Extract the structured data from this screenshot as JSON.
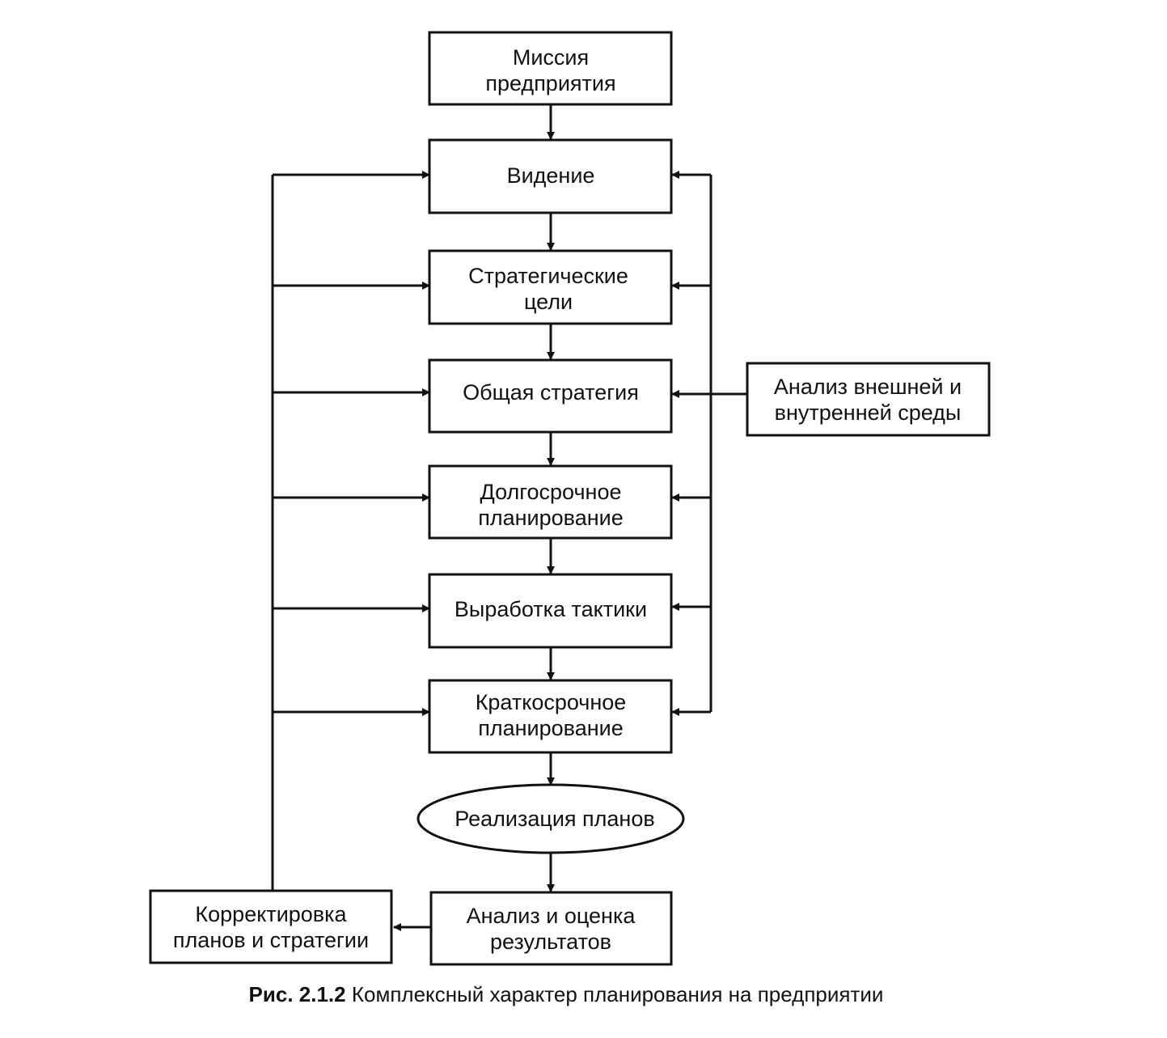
{
  "nodes": {
    "mission": [
      "Миссия",
      "предприятия"
    ],
    "vision": [
      "Видение"
    ],
    "strategic_goals": [
      "Стратегические",
      "цели"
    ],
    "general_strategy": [
      "Общая стратегия"
    ],
    "long_term": [
      "Долгосрочное",
      "планирование"
    ],
    "tactics": [
      "Выработка тактики"
    ],
    "short_term": [
      "Краткосрочное",
      "планирование"
    ],
    "implementation": [
      "Реализация планов"
    ],
    "analysis_results": [
      "Анализ и оценка",
      "результатов"
    ],
    "correction": [
      "Корректировка",
      "планов и стратегии"
    ],
    "environment": [
      "Анализ внешней и",
      "внутренней среды"
    ]
  },
  "caption": {
    "label": "Рис. 2.1.2",
    "text": "Комплексный характер планирования на предприятии"
  }
}
